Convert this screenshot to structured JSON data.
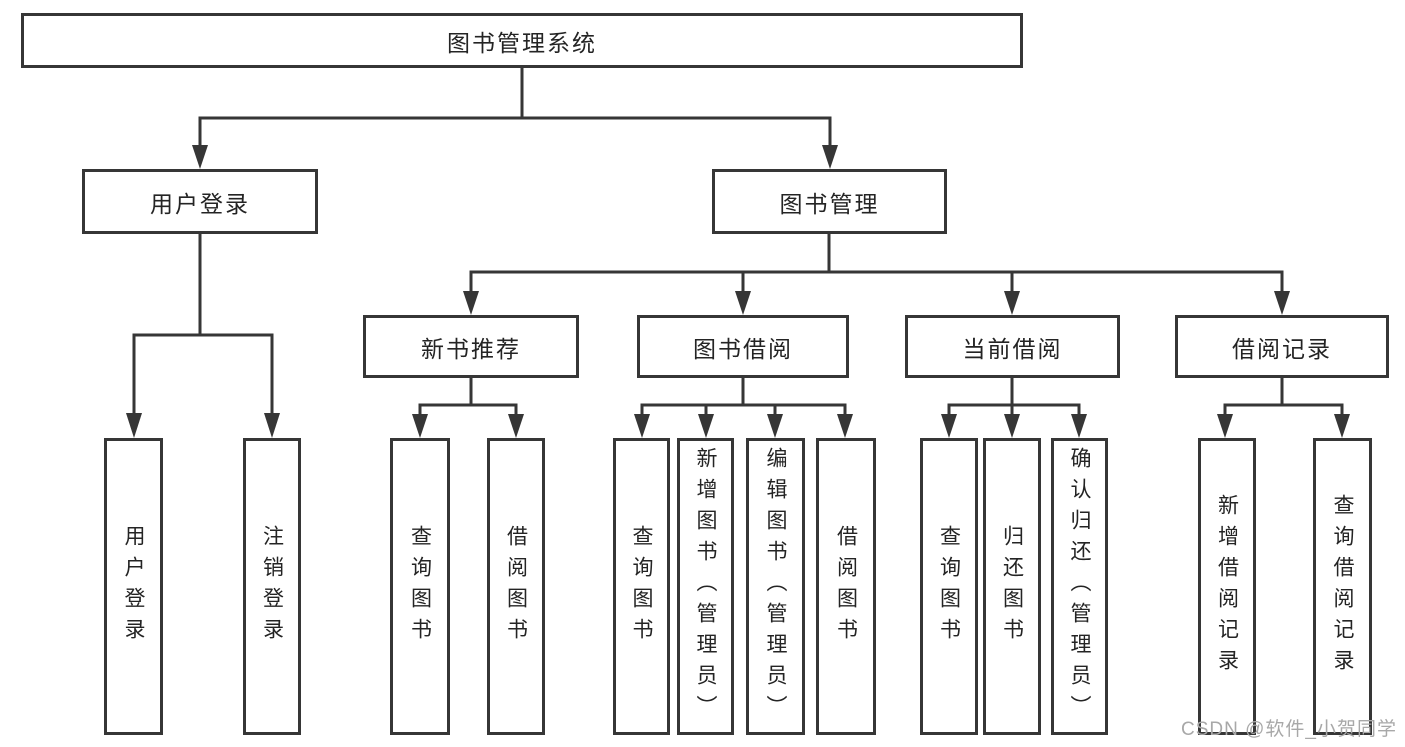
{
  "diagram": {
    "title": "图书管理系统",
    "type": "hierarchy-tree",
    "colors": {
      "line": "#363636",
      "border": "#363636",
      "text": "#242424",
      "background": "#ffffff",
      "watermark": "#a8a8a8"
    },
    "root": {
      "label": "图书管理系统"
    },
    "level1": [
      {
        "label": "用户登录",
        "parent": "图书管理系统"
      },
      {
        "label": "图书管理",
        "parent": "图书管理系统"
      }
    ],
    "level2": [
      {
        "label": "新书推荐",
        "parent": "图书管理"
      },
      {
        "label": "图书借阅",
        "parent": "图书管理"
      },
      {
        "label": "当前借阅",
        "parent": "图书管理"
      },
      {
        "label": "借阅记录",
        "parent": "图书管理"
      }
    ],
    "leaves": [
      {
        "label": "用户登录",
        "parent": "用户登录"
      },
      {
        "label": "注销登录",
        "parent": "用户登录"
      },
      {
        "label": "查询图书",
        "parent": "新书推荐"
      },
      {
        "label": "借阅图书",
        "parent": "新书推荐"
      },
      {
        "label": "查询图书",
        "parent": "图书借阅"
      },
      {
        "label": "新增图书（管理员）",
        "parent": "图书借阅"
      },
      {
        "label": "编辑图书（管理员）",
        "parent": "图书借阅"
      },
      {
        "label": "借阅图书",
        "parent": "图书借阅"
      },
      {
        "label": "查询图书",
        "parent": "当前借阅"
      },
      {
        "label": "归还图书",
        "parent": "当前借阅"
      },
      {
        "label": "确认归还（管理员）",
        "parent": "当前借阅"
      },
      {
        "label": "新增借阅记录",
        "parent": "借阅记录"
      },
      {
        "label": "查询借阅记录",
        "parent": "借阅记录"
      }
    ],
    "watermark": "CSDN @软件_小贺同学"
  }
}
